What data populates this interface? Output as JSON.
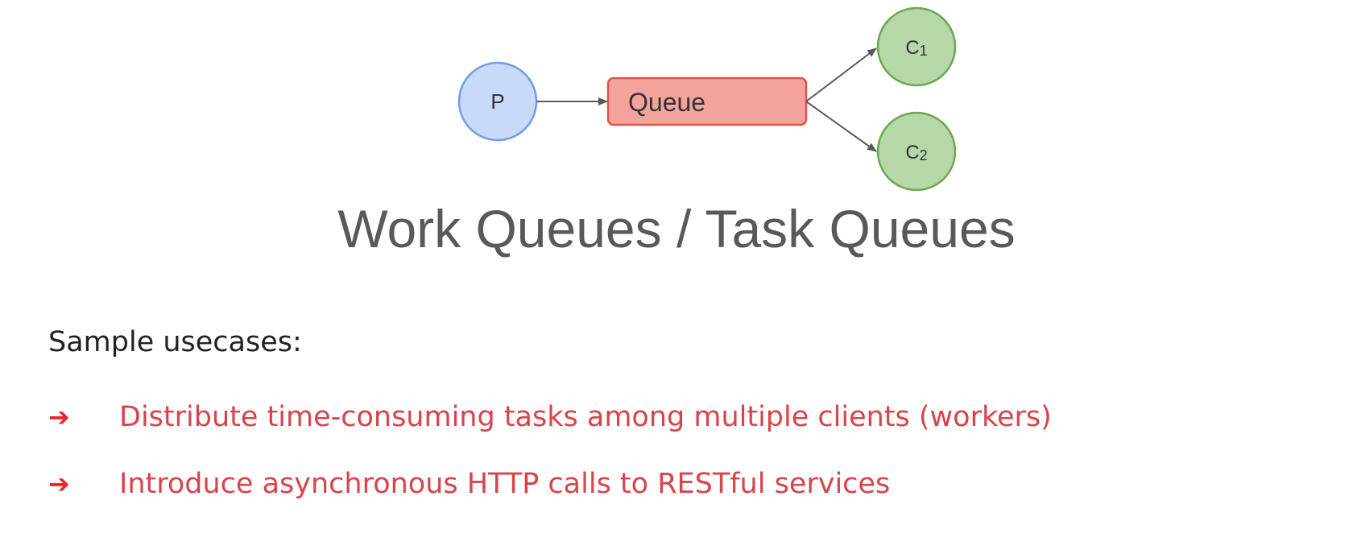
{
  "diagram": {
    "producer_label": "P",
    "queue_label": "Queue",
    "consumers": [
      {
        "label": "C",
        "sub": "1"
      },
      {
        "label": "C",
        "sub": "2"
      }
    ],
    "colors": {
      "producer_fill": "#c9daf8",
      "producer_stroke": "#6d9eeb",
      "queue_fill": "#f4a29c",
      "queue_stroke": "#d9534f",
      "consumer_fill": "#b6d7a8",
      "consumer_stroke": "#6aa84f",
      "arrow": "#595959"
    }
  },
  "title": "Work Queues / Task Queues",
  "usecases": {
    "heading": "Sample usecases:",
    "bullet_symbol": "➔",
    "items": [
      "Distribute time-consuming tasks among multiple clients (workers)",
      "Introduce asynchronous HTTP calls to RESTful services"
    ]
  }
}
